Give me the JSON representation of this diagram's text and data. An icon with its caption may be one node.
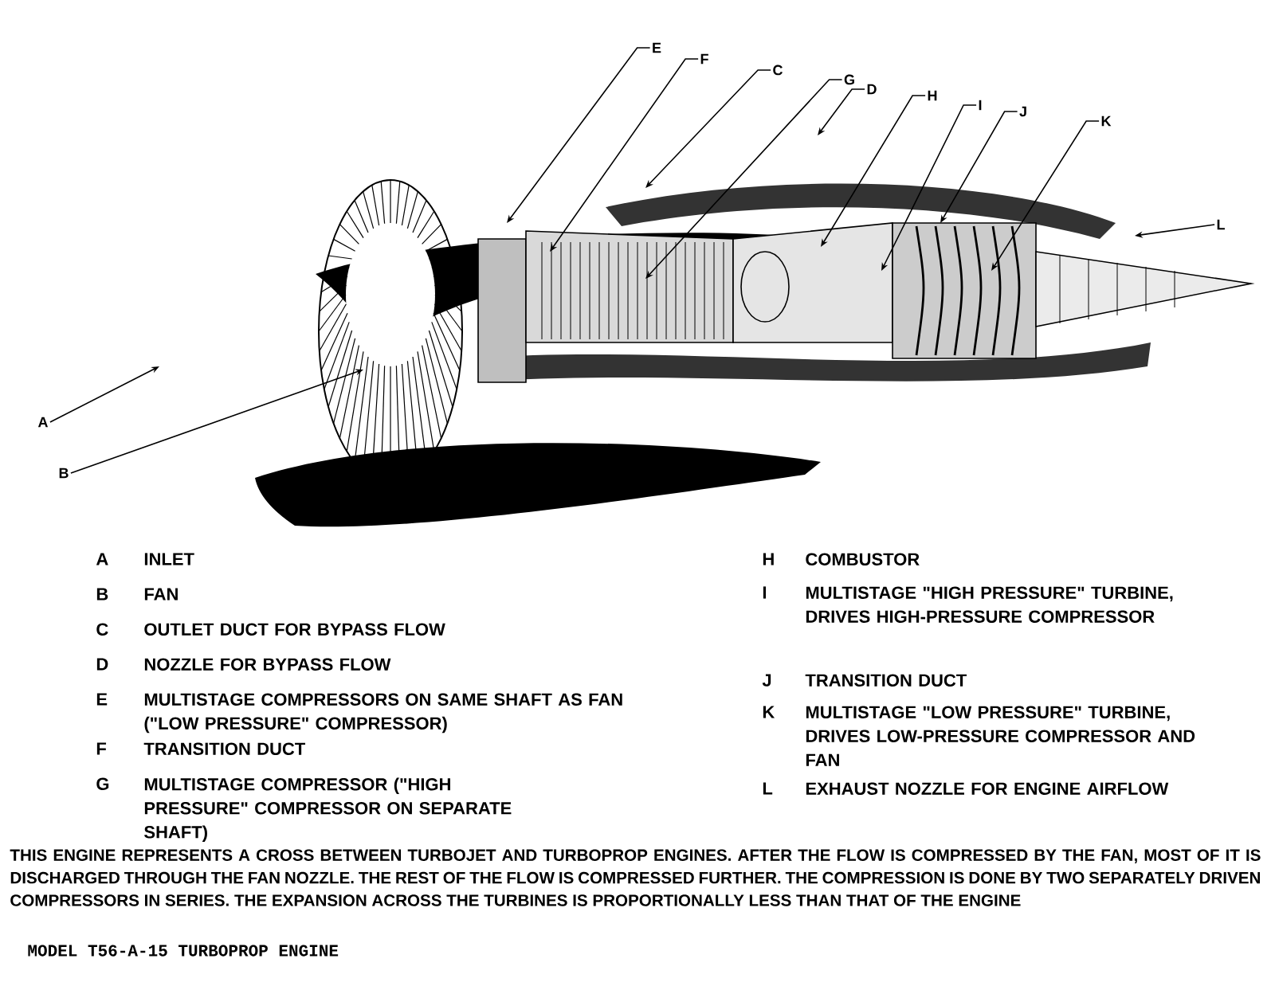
{
  "diagram": {
    "caption": "MODEL T56-A-15 TURBOPROP ENGINE",
    "nodes": [
      {
        "text": [
          "E"
        ]
      },
      {
        "text": [
          "F"
        ]
      },
      {
        "text": [
          "C"
        ]
      },
      {
        "text": [
          "G"
        ]
      },
      {
        "text": [
          "D"
        ]
      },
      {
        "text": [
          "H"
        ]
      },
      {
        "text": [
          "I"
        ]
      },
      {
        "text": [
          "J"
        ]
      },
      {
        "text": [
          "K"
        ]
      },
      {
        "text": [
          "L"
        ]
      },
      {
        "text": [
          "A"
        ]
      },
      {
        "text": [
          "B"
        ]
      }
    ],
    "edges": [
      {
        "from": 0,
        "to": null,
        "arrow": "to"
      },
      {
        "from": 1,
        "to": null,
        "arrow": "to"
      },
      {
        "from": 2,
        "to": null,
        "arrow": "to"
      },
      {
        "from": 3,
        "to": null,
        "arrow": "to"
      },
      {
        "from": 4,
        "to": null,
        "arrow": "to"
      },
      {
        "from": 5,
        "to": null,
        "arrow": "to"
      },
      {
        "from": 6,
        "to": null,
        "arrow": "to"
      },
      {
        "from": 7,
        "to": null,
        "arrow": "to"
      },
      {
        "from": 8,
        "to": null,
        "arrow": "to"
      },
      {
        "from": 9,
        "to": null,
        "arrow": "to"
      },
      {
        "from": 10,
        "to": null,
        "arrow": "to"
      },
      {
        "from": 11,
        "to": null,
        "arrow": "to"
      }
    ],
    "labels": [
      "A",
      "INLET",
      "B",
      "FAN",
      "C",
      "OUTLET DUCT FOR BYPASS FLOW",
      "D",
      "NOZZLE FOR BYPASS FLOW",
      "E",
      "MULTISTAGE COMPRESSORS ON SAME SHAFT AS FAN (\"LOW PRESSURE\" COMPRESSOR)",
      "F",
      "TRANSITION DUCT",
      "G",
      "MULTISTAGE COMPRESSOR (\"HIGH PRESSURE\" COMPRESSOR ON SEPARATE SHAFT)",
      "H",
      "COMBUSTOR",
      "I",
      "MULTISTAGE \"HIGH PRESSURE\" TURBINE, DRIVES HIGH-PRESSURE COMPRESSOR",
      "J",
      "TRANSITION DUCT",
      "K",
      "MULTISTAGE \"LOW PRESSURE\" TURBINE, DRIVES LOW-PRESSURE COMPRESSOR AND FAN",
      "L",
      "EXHAUST NOZZLE FOR ENGINE AIRFLOW",
      "THIS ENGINE REPRESENTS A CROSS BETWEEN TURBOJET AND TURBOPROP ENGINES. AFTER THE FLOW IS COMPRESSED BY THE FAN, MOST OF IT IS DISCHARGED THROUGH THE FAN NOZZLE. THE REST OF THE FLOW IS COMPRESSED FURTHER. THE COMPRESSION IS DONE BY TWO SEPARATELY DRIVEN COMPRESSORS IN SERIES. THE EXPANSION ACROSS THE TURBINES IS PROPORTIONALLY LESS THAN THAT OF THE ENGINE"
    ]
  }
}
